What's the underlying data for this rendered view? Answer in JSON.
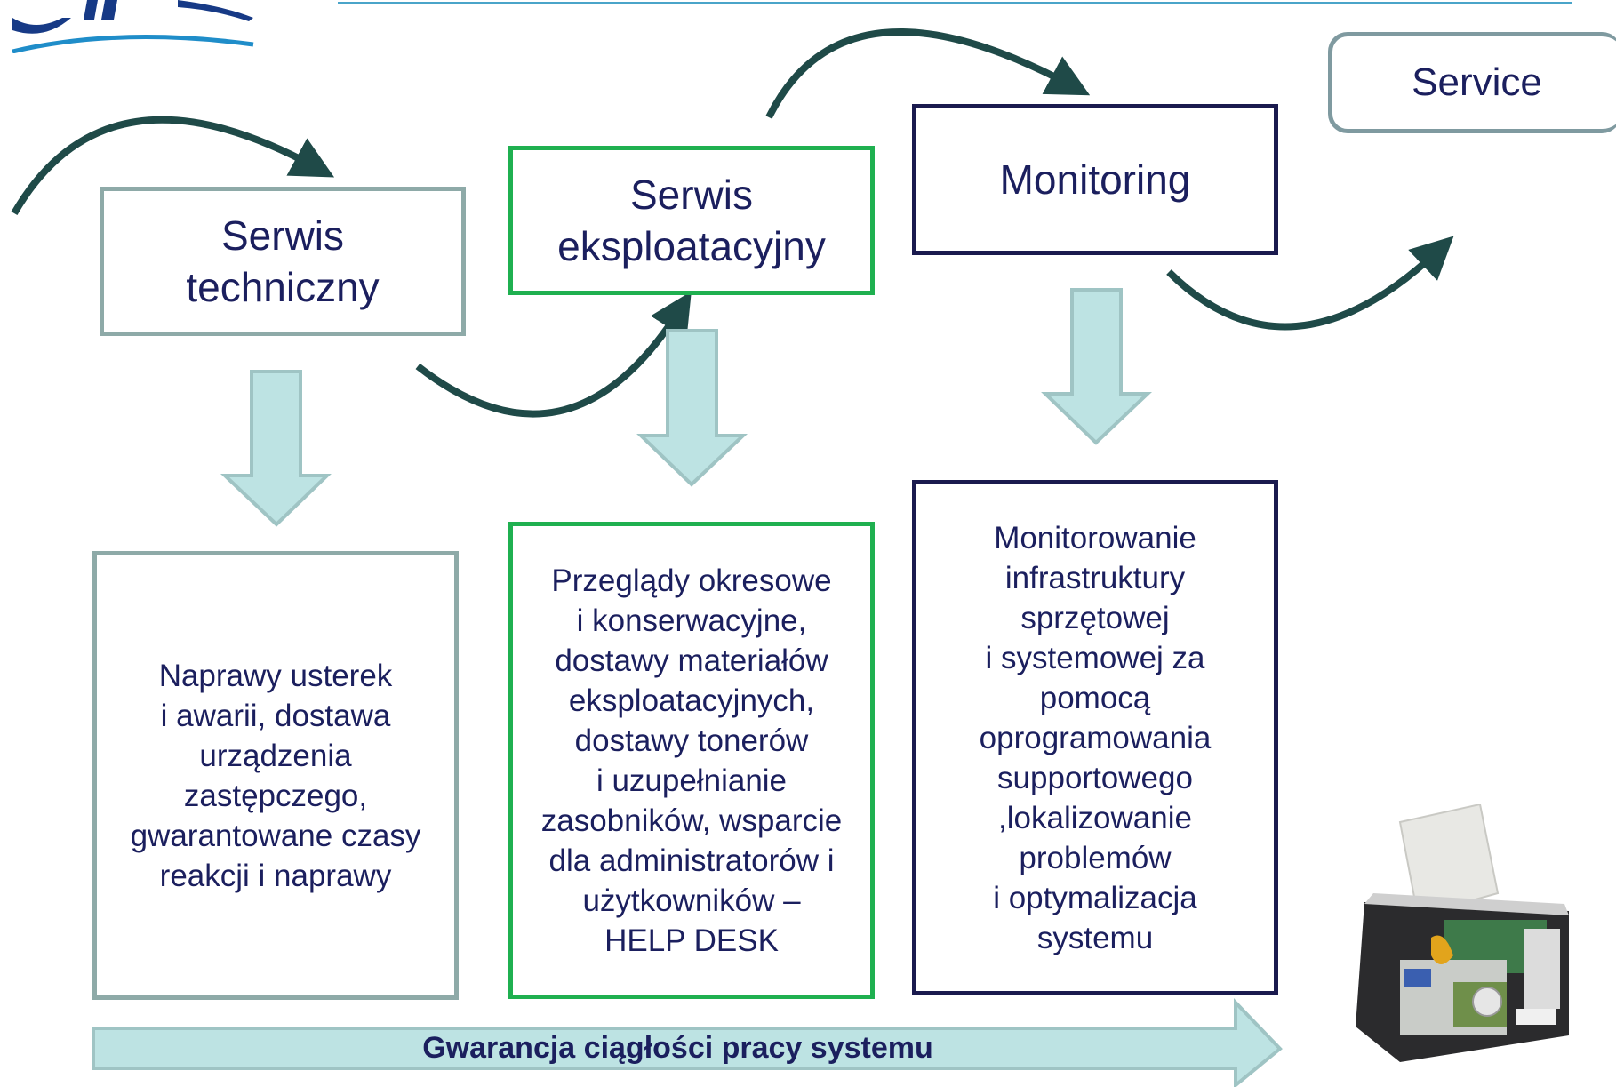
{
  "stages": [
    {
      "title": "Serwis\ntechniczny",
      "description": "Naprawy usterek\ni awarii, dostawa\nurządzenia\nzastępczego,\ngwarantowane czasy\nreakcji i naprawy"
    },
    {
      "title": "Serwis\neksploatacyjny",
      "description": "Przeglądy okresowe\ni konserwacyjne,\ndostawy materiałów\neksploatacyjnych,\ndostawy tonerów\ni uzupełnianie\nzasobników, wsparcie\ndla administratorów i\nużytkowników –\nHELP DESK"
    },
    {
      "title": "Monitoring",
      "description": "Monitorowanie\ninfrastruktury\nsprzętowej\ni systemowej za\npomocą\noprogramowania\nsupportowego\n,lokalizowanie\nproblemów\ni optymalizacja\nsystemu"
    }
  ],
  "service": {
    "label": "Service"
  },
  "banner": {
    "label": "Gwarancja ciągłości pracy systemu"
  },
  "colors": {
    "arrow_fill": "#bde3e3",
    "arrow_stroke": "#9fc4c4",
    "curve": "#1f4a48",
    "text": "#1b1f5e",
    "stage1_border": "#8eaaa8",
    "stage2_border": "#1fb050",
    "stage3_border": "#1a1a4e"
  },
  "icons": {
    "logo": "company-logo",
    "device": "printer-device-image"
  }
}
